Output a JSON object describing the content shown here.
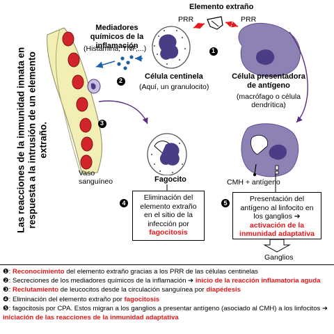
{
  "title_vertical": "Las reacciones de la inmunidad innata en respuesta a la intrusión de un elemento extraño.",
  "labels": {
    "foreign_element": "Elemento extraño",
    "prr_left": "PRR",
    "prr_right": "PRR",
    "chem_mediators_title": "Mediadores químicos de la inflamación",
    "chem_mediators_examples": "(Histamina, TNF,...)",
    "sentinel_cell_title": "Célula centinela",
    "sentinel_cell_sub": "(Aquí, un granulocito)",
    "apc_title": "Célula presentadora de antígeno",
    "apc_sub": "(macrófago o célula dendrítica)",
    "phagocyte": "Fagocito",
    "blood_vessel": "Vaso sanguíneo",
    "mhc_antigen": "CMH + antígeno",
    "lymph_nodes": "Ganglios"
  },
  "step_markers": [
    "❶",
    "❷",
    "❸",
    "❹",
    "❺"
  ],
  "box4": {
    "number": "❹",
    "text": "Eliminación del elemento extraño en el sitio de la infección por",
    "highlight": "fagocitosis"
  },
  "box5": {
    "number": "❺",
    "text": "Presentación del antígeno al linfocito en los ganglios ➔",
    "highlight": "activación de la inmunidad adaptativa"
  },
  "legend": [
    {
      "num": "❶",
      "pre": ": ",
      "hl": "Reconocimiento",
      "post": " del elemento extraño gracias a los PRR de las células centinelas"
    },
    {
      "num": "❷",
      "pre": ": Secreciones de los mediadores químicos de la inflamación ➔ ",
      "hl": "inicio de la reacción inflamatoria aguda",
      "post": ""
    },
    {
      "num": "❸",
      "pre": ": ",
      "hl": "Reclutamiento",
      "post": " de leucocitos desde la circulación sanguínea por ",
      "hl2": "diapédesis"
    },
    {
      "num": "❹",
      "pre": ": Eliminación del elemento extraño por ",
      "hl": "fagocitosis",
      "post": ""
    },
    {
      "num": "❺",
      "pre": ": fagocitosis por CPA. Estos migran a los ganglios a presentar antígeno (asociado al CMH) a los linfocitos ➔",
      "hl": "",
      "post": ""
    },
    {
      "num": "",
      "pre": "",
      "hl": "iniciación de las reacciones de la inmunidad adaptativa",
      "post": ""
    }
  ],
  "colors": {
    "highlight_red": "#e8171a",
    "vessel_yellow": "#f3efb4",
    "red_cell": "#d2252b",
    "cell_purple": "#8e82b5",
    "nucleus_purple": "#4b3c86",
    "arrow_purple": "#5a2d82",
    "arrow_blue": "#1f5fa8",
    "arrow_red": "#e8171a"
  }
}
